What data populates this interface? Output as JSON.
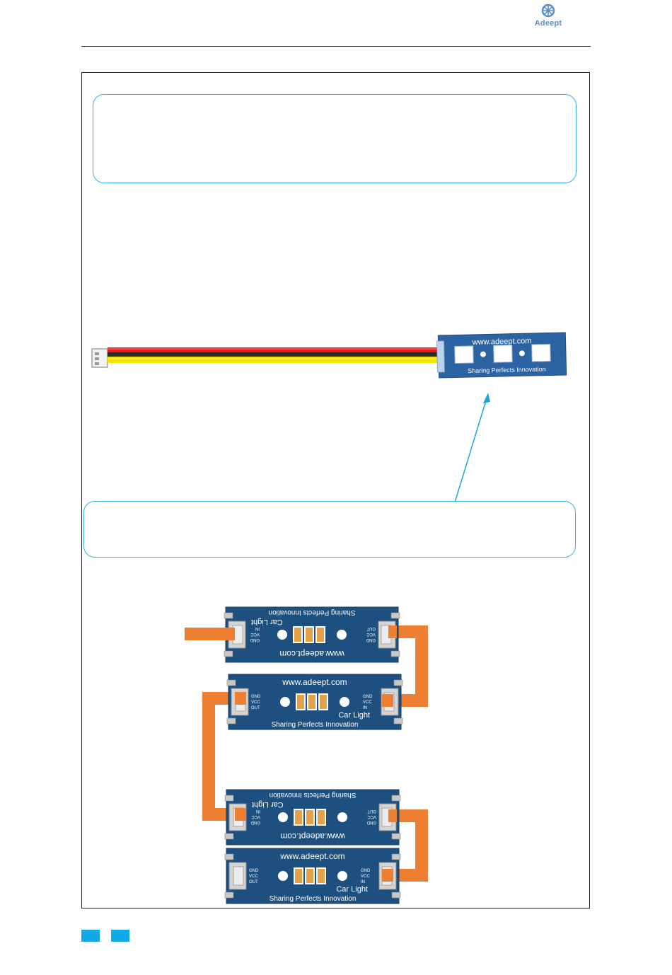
{
  "header": {
    "brand": "Adeept"
  },
  "module_photo": {
    "url_text": "www.adeept.com",
    "slogan": "Sharing Perfects Innovation"
  },
  "boards": [
    {
      "url": "www.adeept.com",
      "name": "Car Light",
      "slogan": "Sharing Perfects Innovation",
      "pins_left": [
        "GND",
        "VCC",
        "IN"
      ],
      "pins_right": [
        "OUT",
        "VCC",
        "GND"
      ]
    },
    {
      "url": "www.adeept.com",
      "name": "Car Light",
      "slogan": "Sharing Perfects Innovation",
      "pins_left": [
        "GND",
        "VCC",
        "OUT"
      ],
      "pins_right": [
        "GND",
        "VCC",
        "IN"
      ]
    },
    {
      "url": "www.adeept.com",
      "name": "Car Light",
      "slogan": "Sharing Perfects Innovation",
      "pins_left": [
        "GND",
        "VCC",
        "IN"
      ],
      "pins_right": [
        "OUT",
        "VCC",
        "GND"
      ]
    },
    {
      "url": "www.adeept.com",
      "name": "Car Light",
      "slogan": "Sharing Perfects Innovation",
      "pins_left": [
        "GND",
        "VCC",
        "OUT"
      ],
      "pins_right": [
        "GND",
        "VCC",
        "IN"
      ]
    }
  ],
  "colors": {
    "accent": "#12a9e9",
    "note_border": "#3ab0e2",
    "board_blue": "#1d4f7f",
    "wire_orange": "#ee7e32",
    "wire_red": "#e81a1a",
    "wire_yellow": "#f2e400",
    "led_amber": "#e3a24a"
  }
}
